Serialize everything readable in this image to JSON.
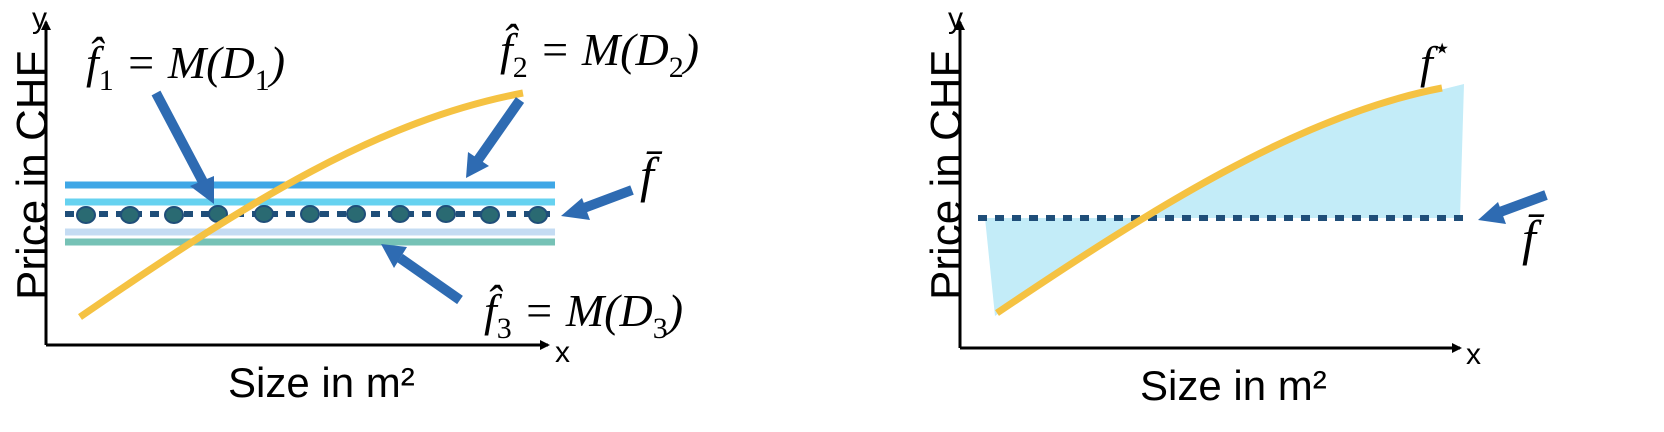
{
  "colors": {
    "blue_arrow": "#2e6bb2",
    "line_blue": "#3fa7e6",
    "line_lightblue": "#66d2f0",
    "line_pale": "#c5dcf3",
    "line_teal": "#76c2b6",
    "mean_dots": "#1f4e79",
    "mean_dot_fill": "#2a6a72",
    "curve_yellow": "#f5c242",
    "fill_lightblue": "#c3ecf8",
    "fstar_label": "#f5c242"
  },
  "left_panel": {
    "y_axis_letter": "y",
    "x_axis_letter": "x",
    "y_axis_label": "Price in CHF",
    "x_axis_label": "Size in  m²",
    "label_f1_name": "f̂",
    "label_f1_sub": "1",
    "label_f1_eq": " = M(D",
    "label_f1_dsub": "1",
    "label_f1_close": ")",
    "label_f2_name": "f̂",
    "label_f2_sub": "2",
    "label_f2_eq": " = M(D",
    "label_f2_dsub": "2",
    "label_f2_close": ")",
    "label_f3_name": "f̂",
    "label_f3_sub": "3",
    "label_f3_eq": " = M(D",
    "label_f3_dsub": "3",
    "label_f3_close": ")",
    "label_fbar": "f̄"
  },
  "right_panel": {
    "y_axis_letter": "y",
    "x_axis_letter": "x",
    "y_axis_label": "Price in CHF",
    "x_axis_label": "Size in  m²",
    "label_fstar": "f",
    "label_fstar_sup": "⋆",
    "label_fbar": "f̄"
  }
}
